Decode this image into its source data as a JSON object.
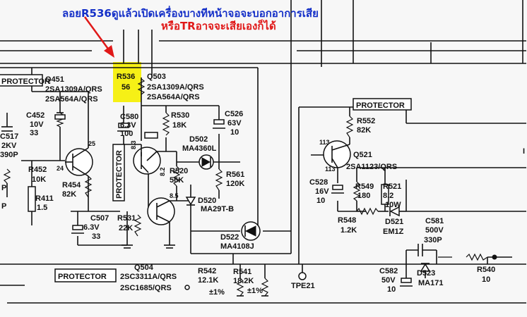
{
  "annotation": {
    "line1": "ลอยR536ดูแล้วเปิดเครื่องบางทีหน้าจอจะบอกอาการเสีย",
    "line2": "หรือTRอาจจะเสียเองก็ได้",
    "highlight_color": "#f6f016",
    "line1_color": "#1530c8",
    "line2_color": "#e01818",
    "arrow_color": "#e01818"
  },
  "labels": {
    "protector_left": "PROTECTOR",
    "protector_right": "PROTECTOR",
    "protector_bottom": "PROTECTOR",
    "protector_vertical": "PROTECTOR",
    "q451": [
      "Q451",
      "2SA1309A/QRS",
      "2SA564A/QRS"
    ],
    "q503": [
      "Q503",
      "2SA1309A/QRS",
      "2SA564A/QRS"
    ],
    "r536": [
      "R536",
      "56"
    ],
    "c452": [
      "C452",
      "10V",
      "33"
    ],
    "c517": [
      "C517",
      "2KV",
      "390P"
    ],
    "c580": [
      "C580",
      "6.3V",
      "100"
    ],
    "r530": [
      "R530",
      "18K"
    ],
    "c526": [
      "C526",
      "63V",
      "10"
    ],
    "d502": [
      "D502",
      "MA4360L"
    ],
    "r452": [
      "R452",
      "10K"
    ],
    "r454": [
      "R454",
      "82K"
    ],
    "r411": [
      "R411",
      "1.5"
    ],
    "r520": [
      "R520",
      "56K"
    ],
    "r561": [
      "R561",
      "120K"
    ],
    "d520": [
      "D520",
      "MA29T-B"
    ],
    "c507": [
      "C507",
      "6.3V",
      "33"
    ],
    "r531": [
      "R531",
      "22K"
    ],
    "d522": [
      "D522",
      "MA4108J"
    ],
    "q504": [
      "Q504",
      "2SC3311A/QRS",
      "2SC1685/QRS"
    ],
    "r542": [
      "R542",
      "12.1K",
      "±1%"
    ],
    "r541": [
      "R541",
      "18.2K",
      "±1%"
    ],
    "tpe21": "TPE21",
    "r552": [
      "R552",
      "82K"
    ],
    "q521": [
      "Q521",
      "2SA1123/QRS"
    ],
    "c528": [
      "C528",
      "16V",
      "10"
    ],
    "r549": [
      "R549",
      "180"
    ],
    "r521": [
      "R521",
      "8.2",
      "10W"
    ],
    "r548": [
      "R548",
      "1.2K"
    ],
    "d521": [
      "D521",
      "EM1Z"
    ],
    "c581": [
      "C581",
      "500V",
      "330P"
    ],
    "c582": [
      "C582",
      "50V",
      "10"
    ],
    "d523": [
      "D523",
      "MA171"
    ],
    "r540": [
      "R540",
      "10"
    ],
    "pin_25": "25",
    "pin_24": "24",
    "pin_113a": "113",
    "pin_113b": "113",
    "pin_83": "8.3",
    "pin_82": "8.2",
    "pin_85": "8.5",
    "edge_left_p1": "P",
    "edge_left_p2": "P",
    "edge_right_i": "I"
  }
}
